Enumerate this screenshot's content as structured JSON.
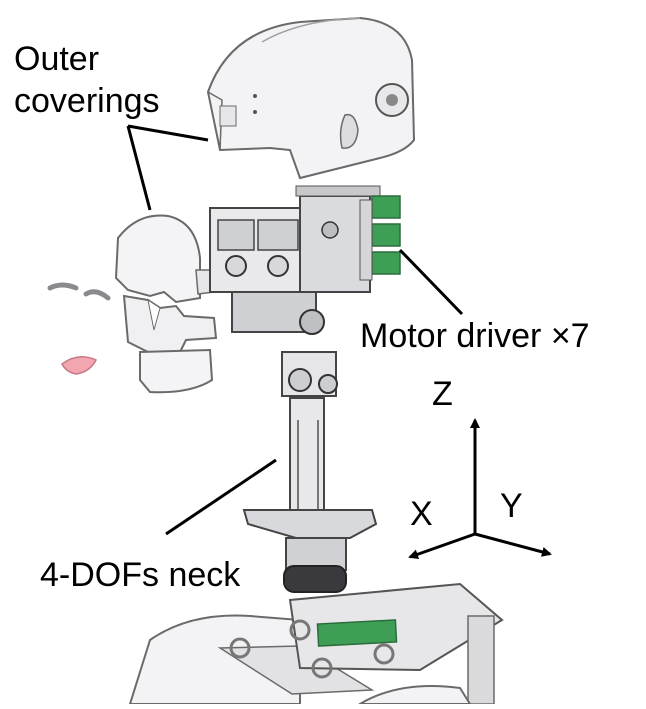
{
  "labels": {
    "outer_line1": "Outer",
    "outer_line2": "coverings",
    "motor_driver": "Motor driver ×7",
    "neck": "4-DOFs neck"
  },
  "axes": {
    "z": "Z",
    "x": "X",
    "y": "Y"
  },
  "colors": {
    "part_fill": "#f2f2f4",
    "part_stroke": "#6a6a6a",
    "metal": "#9a9ca2",
    "pcb_green": "#3e9e56",
    "lips": "#f2a7b0",
    "line": "#000000"
  }
}
